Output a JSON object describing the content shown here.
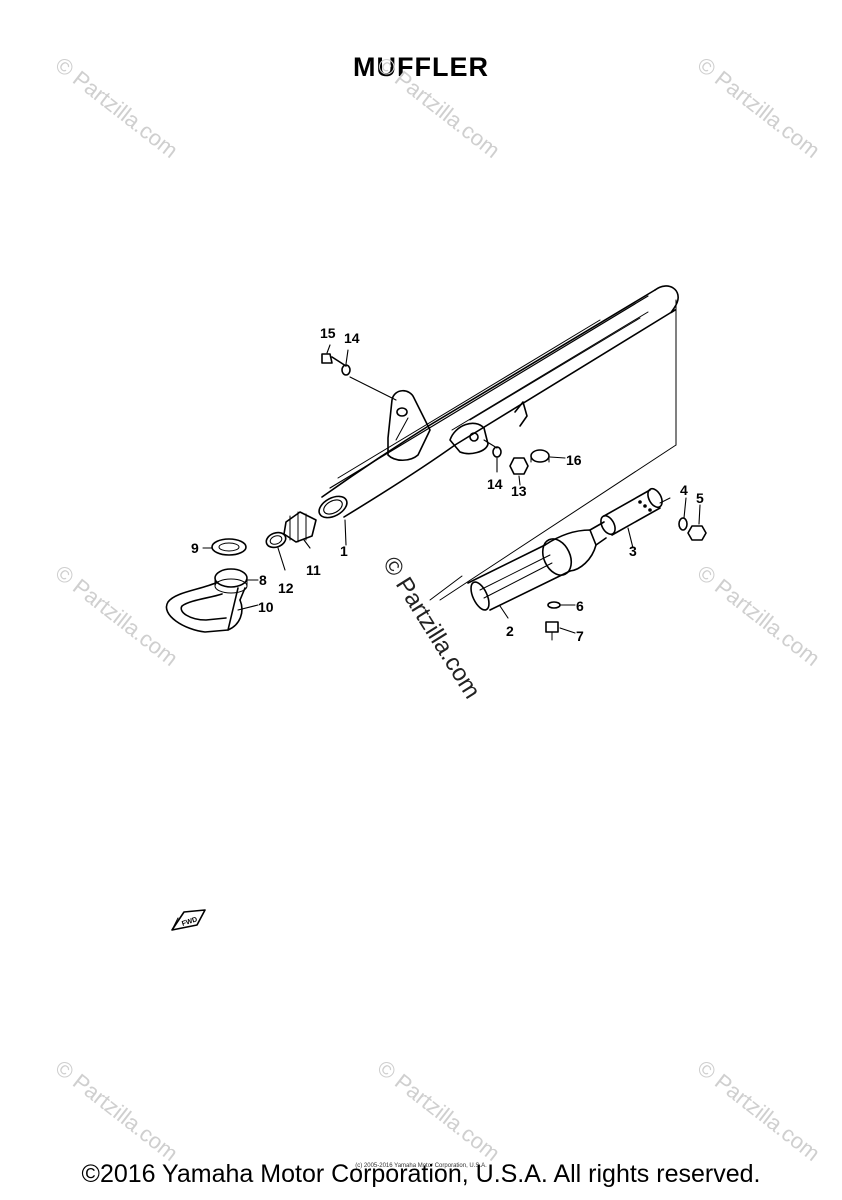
{
  "title": "MUFFLER",
  "watermark_text": "© Partzilla.com",
  "footer": "©2016 Yamaha Motor Corporation, U.S.A. All rights reserved.",
  "fineprint": "(c) 2005-2016 Yamaha Motor Corporation, U.S.A.",
  "fwd_label": "FWD",
  "callouts": [
    "1",
    "2",
    "3",
    "4",
    "5",
    "6",
    "7",
    "8",
    "9",
    "10",
    "11",
    "12",
    "13",
    "14",
    "14",
    "15",
    "16"
  ]
}
